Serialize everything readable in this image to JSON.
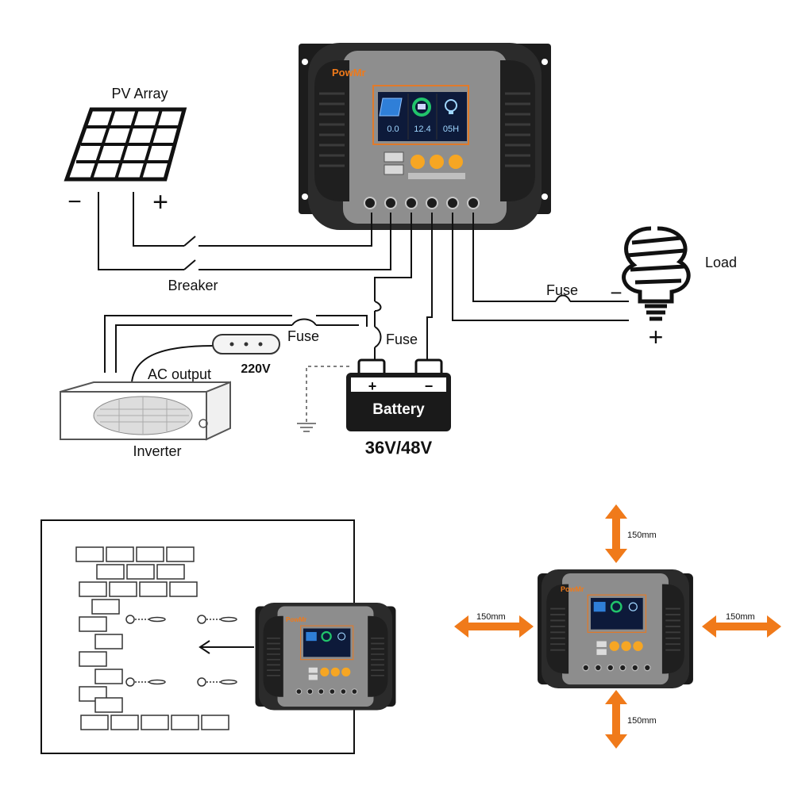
{
  "brand": "PowMr",
  "wiring": {
    "pv_array_label": "PV Array",
    "pv_minus": "−",
    "pv_plus": "+",
    "breaker_label": "Breaker",
    "load_label": "Load",
    "load_fuse_label": "Fuse",
    "load_minus": "−",
    "load_plus": "+",
    "inverter_fuse_label": "Fuse",
    "battery_fuse_label": "Fuse",
    "ac_output_label": "AC output",
    "voltage_220_label": "220V",
    "inverter_label": "Inverter",
    "battery_label": "Battery",
    "battery_plus": "+",
    "battery_minus": "−",
    "battery_voltage_label": "36V/48V"
  },
  "lcd": {
    "pv_value": "0.0",
    "battery_value": "12.4",
    "load_value": "05H"
  },
  "clearance": {
    "top": "150mm",
    "left": "150mm",
    "right": "150mm",
    "bottom": "150mm"
  },
  "colors": {
    "accent_orange": "#f07a1a",
    "button_orange": "#f6a623",
    "housing_dark": "#2a2a2a",
    "panel_gray": "#8a8a8a",
    "lcd_bg": "#0d1a3a"
  }
}
